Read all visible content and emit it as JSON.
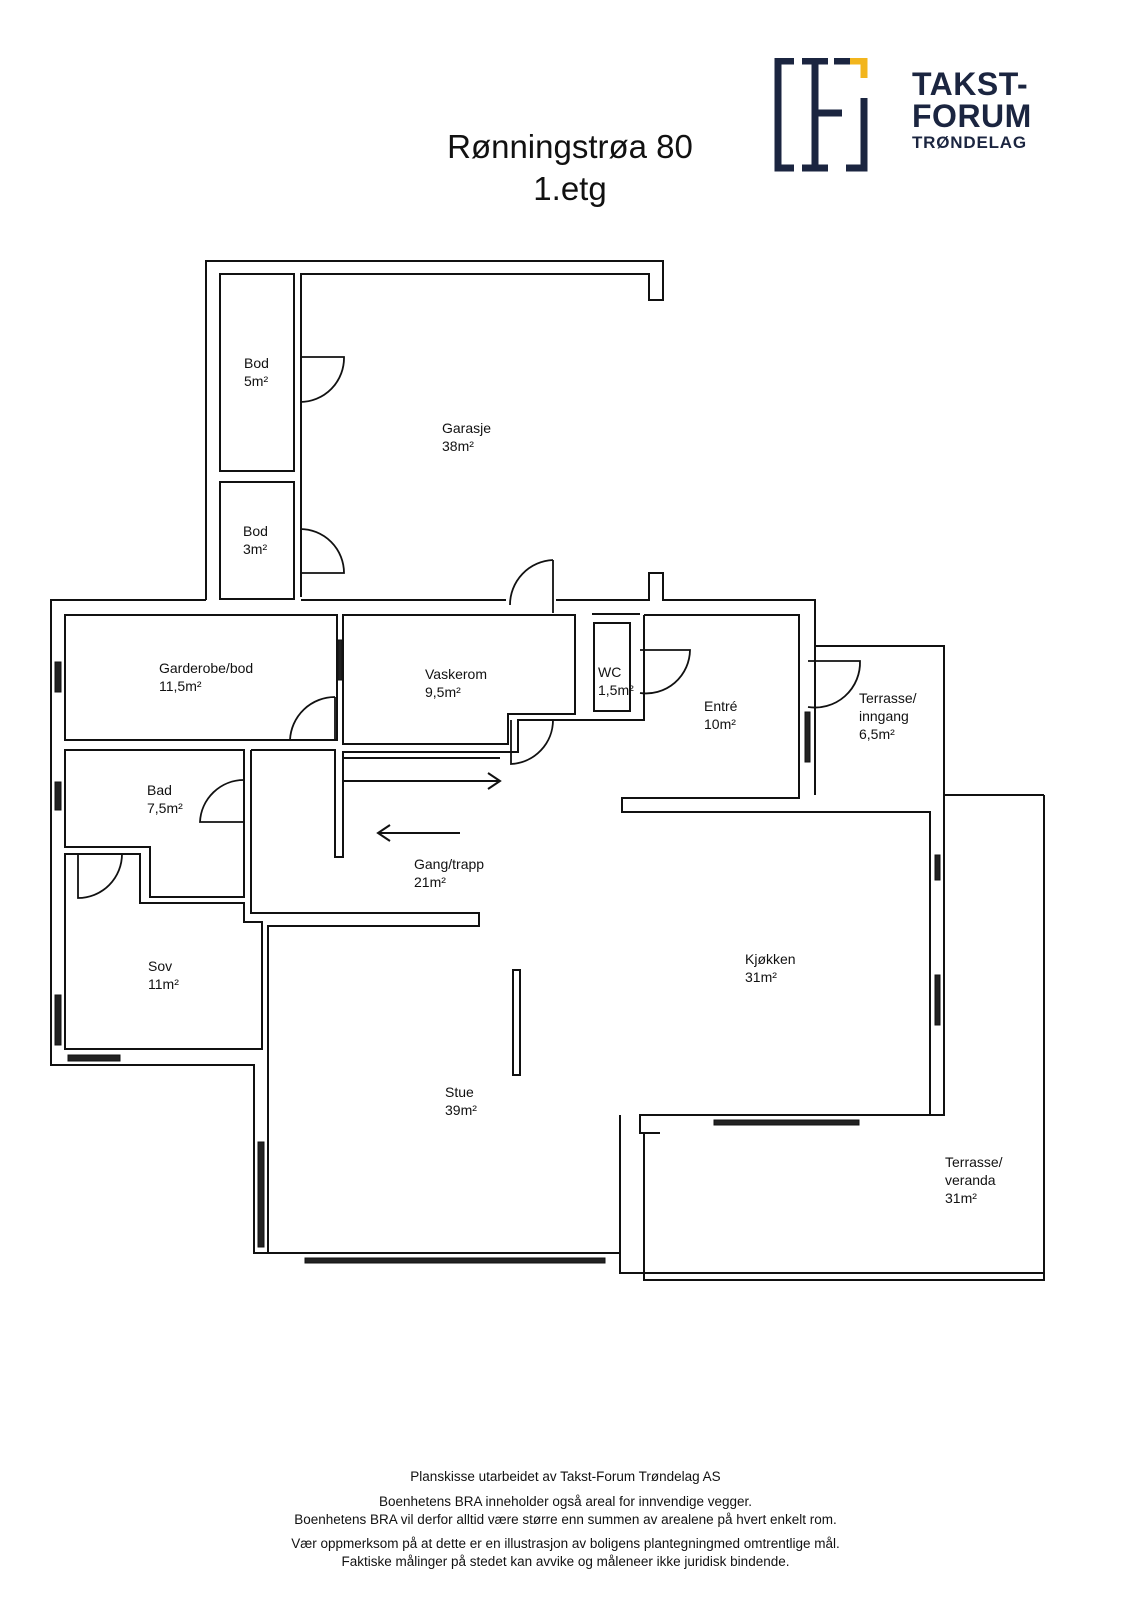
{
  "header": {
    "title_line1": "Rønningstrøa 80",
    "title_line2": "1.etg"
  },
  "logo": {
    "line1": "TAKST-",
    "line2": "FORUM",
    "line3": "TRØNDELAG",
    "colors": {
      "navy": "#1b2540",
      "accent": "#f2b51d"
    }
  },
  "rooms": [
    {
      "name": "Bod",
      "area": "5m²"
    },
    {
      "name": "Garasje",
      "area": "38m²"
    },
    {
      "name": "Bod",
      "area": "3m²"
    },
    {
      "name": "Garderobe/bod",
      "area": "11,5m²"
    },
    {
      "name": "Vaskerom",
      "area": "9,5m²"
    },
    {
      "name": "WC",
      "area": "1,5m²"
    },
    {
      "name": "Entré",
      "area": "10m²"
    },
    {
      "name": "Terrasse/\ninngang",
      "area": "6,5m²"
    },
    {
      "name": "Bad",
      "area": "7,5m²"
    },
    {
      "name": "Gang/trapp",
      "area": "21m²"
    },
    {
      "name": "Sov",
      "area": "11m²"
    },
    {
      "name": "Kjøkken",
      "area": "31m²"
    },
    {
      "name": "Stue",
      "area": "39m²"
    },
    {
      "name": "Terrasse/\nveranda",
      "area": "31m²"
    }
  ],
  "footer": {
    "line1": "Planskisse utarbeidet av Takst-Forum Trøndelag AS",
    "line2": "Boenhetens BRA inneholder også areal for innvendige vegger.",
    "line3": "Boenhetens BRA vil derfor alltid være større enn summen av arealene på hvert enkelt rom.",
    "line4": "Vær oppmerksom på at dette er en illustrasjon av boligens plantegningmed omtrentlige mål.",
    "line5": "Faktiske målinger på stedet kan avvike og måleneer ikke juridisk bindende."
  }
}
